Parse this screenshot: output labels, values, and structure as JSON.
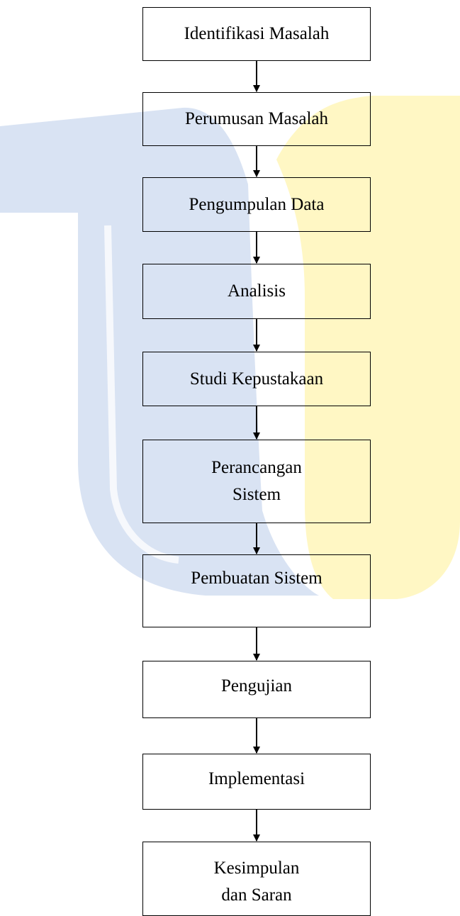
{
  "colors": {
    "watermark_blue": "#d9e3f3",
    "watermark_yellow": "#fff7c4",
    "stroke": "#000000"
  },
  "flow": {
    "steps": [
      {
        "lines": [
          "Identifikasi Masalah"
        ]
      },
      {
        "lines": [
          "Perumusan Masalah"
        ]
      },
      {
        "lines": [
          "Pengumpulan Data"
        ]
      },
      {
        "lines": [
          "Analisis"
        ]
      },
      {
        "lines": [
          "Studi Kepustakaan"
        ]
      },
      {
        "lines": [
          "Perancangan",
          "Sistem"
        ]
      },
      {
        "lines": [
          "Pembuatan Sistem"
        ]
      },
      {
        "lines": [
          "Pengujian"
        ]
      },
      {
        "lines": [
          "Implementasi"
        ]
      },
      {
        "lines": [
          "Kesimpulan",
          "dan Saran"
        ]
      }
    ]
  }
}
